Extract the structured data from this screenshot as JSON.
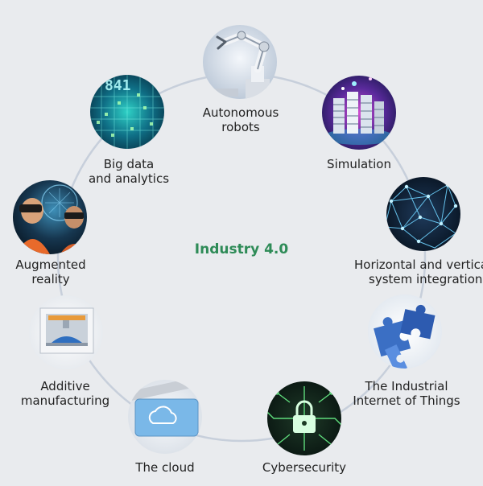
{
  "center": {
    "title": "Industry 4.0",
    "color": "#2e8b57"
  },
  "colors": {
    "ring": "#c7cfdb",
    "background": "#e9ebee"
  },
  "nodes": [
    {
      "id": "autonomous-robots",
      "icon": "robot-arm-icon",
      "lines": [
        "Autonomous",
        "robots"
      ]
    },
    {
      "id": "simulation",
      "icon": "server-rack-icon",
      "lines": [
        "Simulation"
      ]
    },
    {
      "id": "system-integration",
      "icon": "network-mesh-icon",
      "lines": [
        "Horizontal and vertica",
        "system integration"
      ]
    },
    {
      "id": "industrial-iot",
      "icon": "puzzle-pieces-icon",
      "lines": [
        "The Industrial",
        "Internet of Things"
      ]
    },
    {
      "id": "cybersecurity",
      "icon": "padlock-circuit-icon",
      "lines": [
        "Cybersecurity"
      ]
    },
    {
      "id": "the-cloud",
      "icon": "cloud-laptop-icon",
      "lines": [
        "The cloud"
      ]
    },
    {
      "id": "additive-manufacturing",
      "icon": "3d-printer-icon",
      "lines": [
        "Additive",
        "manufacturing"
      ]
    },
    {
      "id": "augmented-reality",
      "icon": "vr-headset-icon",
      "lines": [
        "Augmented",
        "reality"
      ]
    },
    {
      "id": "big-data",
      "icon": "data-grid-icon",
      "lines": [
        "Big data",
        "and analytics"
      ],
      "bg_text": "841"
    }
  ]
}
